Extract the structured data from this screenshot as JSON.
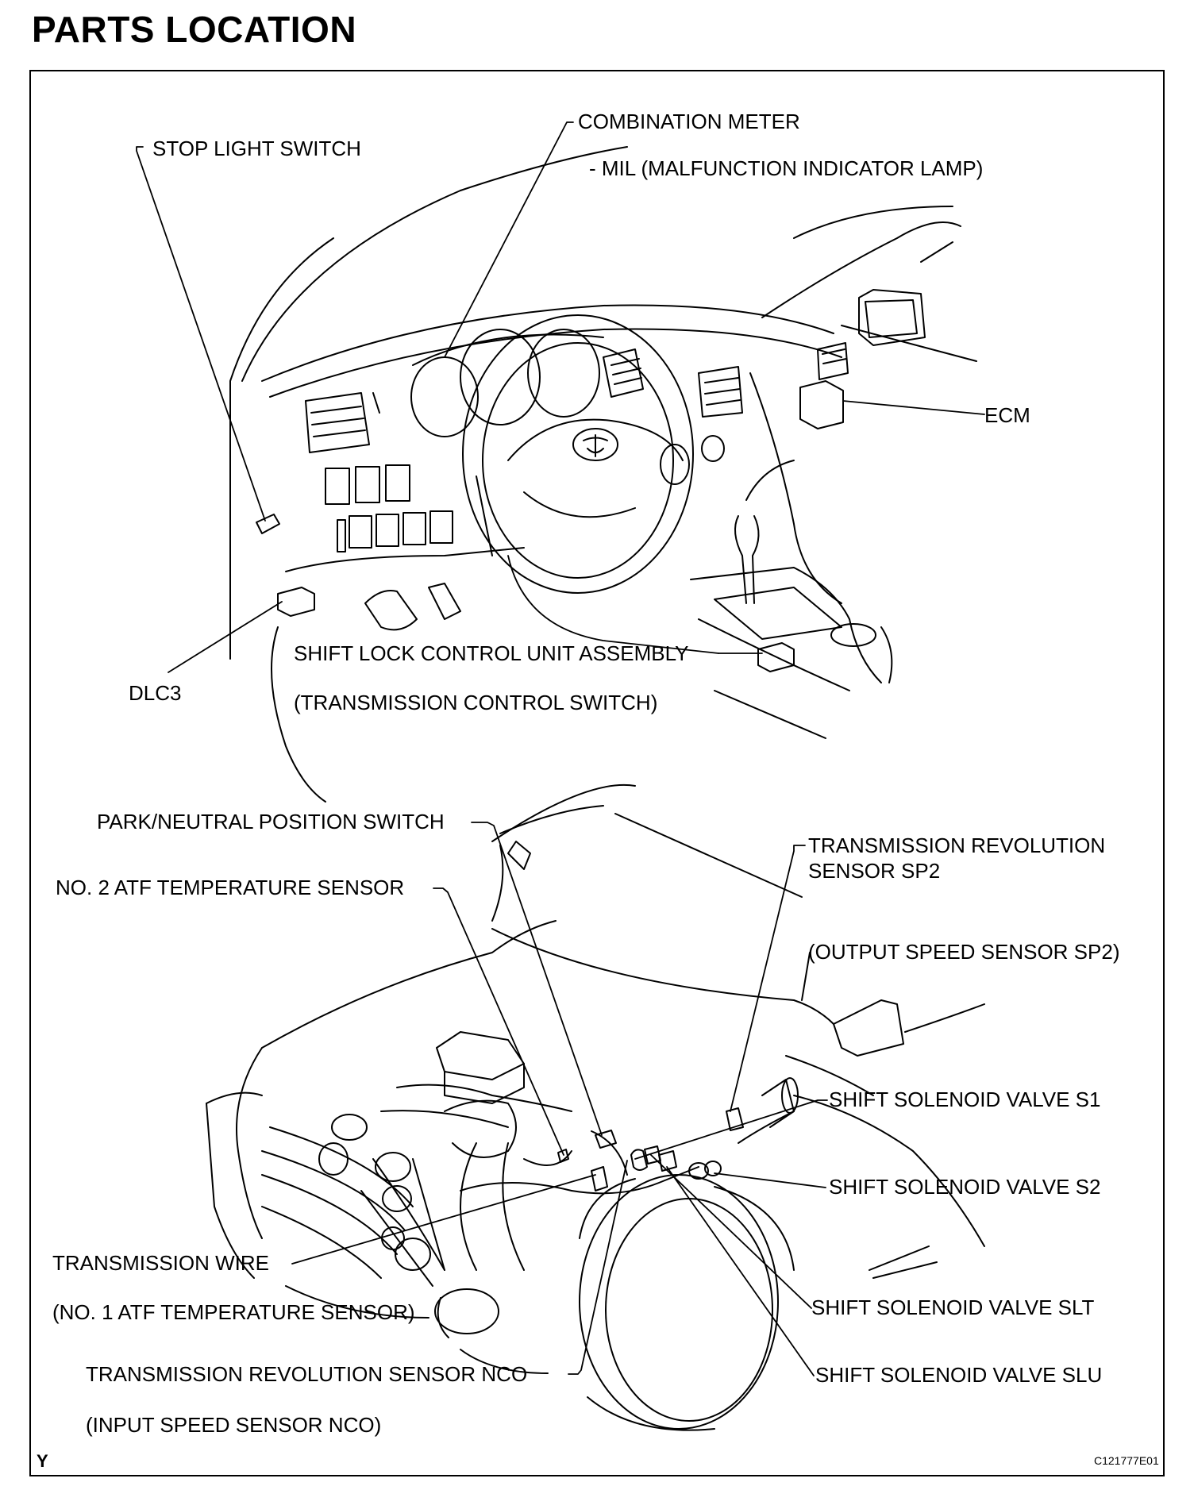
{
  "page": {
    "title": "PARTS LOCATION",
    "corner_mark": "Y",
    "figure_code": "C121777E01"
  },
  "cabin_labels": {
    "stop_light_switch": "STOP LIGHT SWITCH",
    "combination_meter": "COMBINATION METER",
    "mil": "- MIL (MALFUNCTION INDICATOR LAMP)",
    "ecm": "ECM",
    "dlc3": "DLC3",
    "shift_lock": "SHIFT LOCK CONTROL UNIT ASSEMBLY",
    "transmission_control_switch": "(TRANSMISSION CONTROL SWITCH)"
  },
  "engine_labels": {
    "park_neutral": "PARK/NEUTRAL POSITION SWITCH",
    "no2_atf": "NO. 2 ATF TEMPERATURE SENSOR",
    "sp2_line1": "TRANSMISSION REVOLUTION",
    "sp2_line2": "SENSOR SP2",
    "output_speed": "(OUTPUT SPEED SENSOR SP2)",
    "s1": "SHIFT SOLENOID VALVE S1",
    "s2": "SHIFT SOLENOID VALVE S2",
    "transmission_wire": "TRANSMISSION WIRE",
    "no1_atf": "(NO. 1 ATF TEMPERATURE SENSOR)",
    "slt": "SHIFT SOLENOID VALVE SLT",
    "nco": "TRANSMISSION REVOLUTION SENSOR NCO",
    "slu": "SHIFT SOLENOID VALVE SLU",
    "input_speed": "(INPUT SPEED SENSOR NCO)"
  }
}
